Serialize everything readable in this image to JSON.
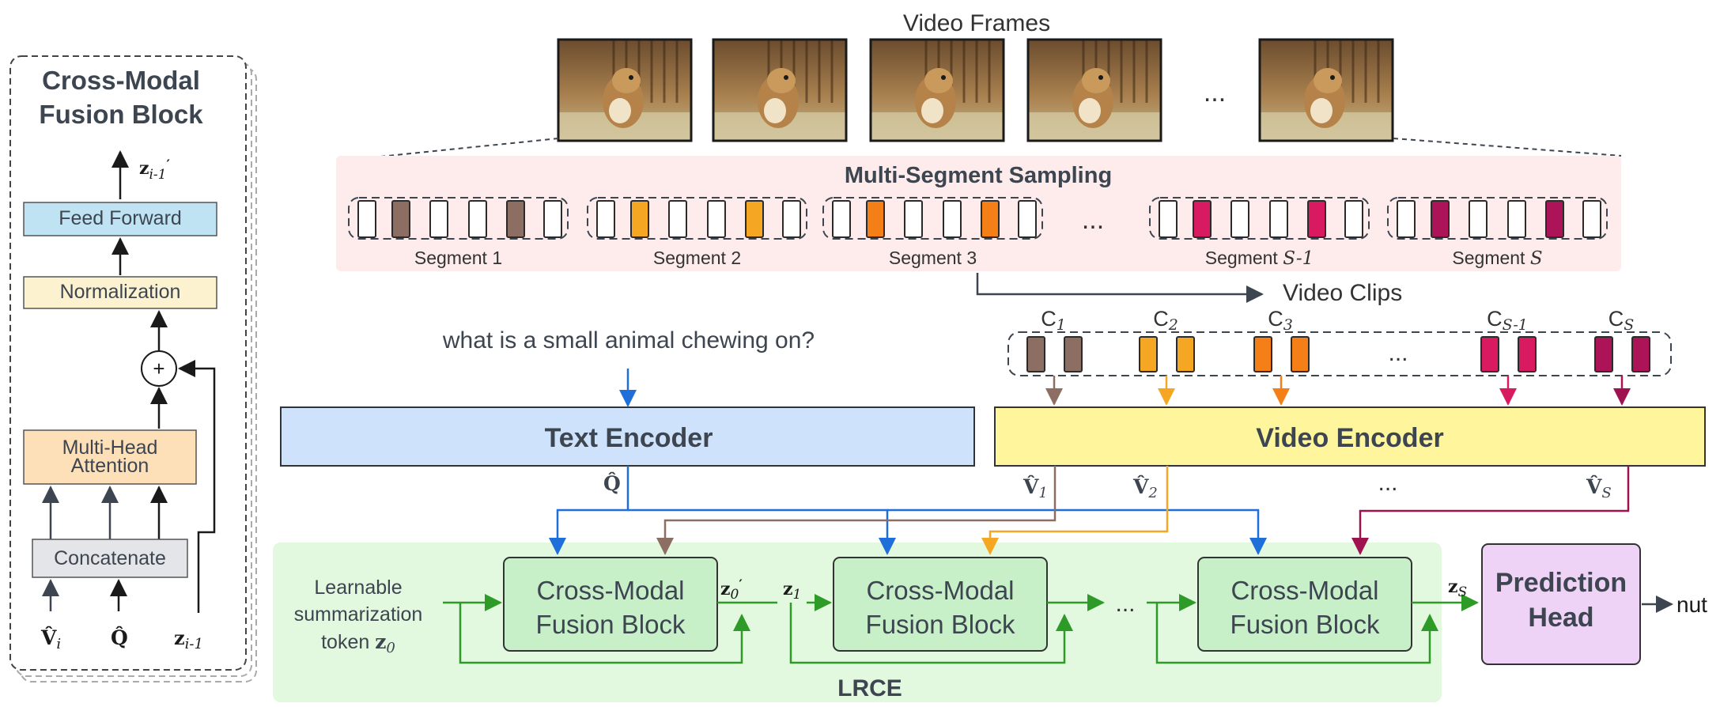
{
  "title": "Video Frames",
  "ellipsis": "...",
  "sampling": {
    "title": "Multi-Segment Sampling",
    "segments": [
      {
        "label": "Segment 1",
        "math": "",
        "color": "#8d6e63"
      },
      {
        "label": "Segment 2",
        "math": "",
        "color": "#f5a623"
      },
      {
        "label": "Segment 3",
        "math": "",
        "color": "#f57f17"
      },
      {
        "label": "Segment ",
        "math": "S-1",
        "color": "#d81b60"
      },
      {
        "label": "Segment ",
        "math": "S",
        "color": "#ad1457"
      }
    ]
  },
  "video_clips_label": "Video Clips",
  "clips": [
    {
      "label": "C",
      "sub": "1"
    },
    {
      "label": "C",
      "sub": "2"
    },
    {
      "label": "C",
      "sub": "3"
    },
    {
      "label": "C",
      "sub": "S-1"
    },
    {
      "label": "C",
      "sub": "S"
    }
  ],
  "question": "what is a small animal chewing on?",
  "text_encoder": "Text Encoder",
  "video_encoder": "Video Encoder",
  "encoder_outputs": {
    "q": "Q̂",
    "v1": "V̂",
    "v1_sub": "1",
    "v2": "V̂",
    "v2_sub": "2",
    "vs": "V̂",
    "vs_sub": "S"
  },
  "lrce": {
    "label": "LRCE",
    "token_line1": "Learnable",
    "token_line2": "summarization",
    "token_line3": "token ",
    "token_z": "z",
    "token_sub": "0",
    "block_line1": "Cross-Modal",
    "block_line2": "Fusion Block",
    "z0_prime": "z",
    "z0_prime_sub": "0",
    "z0_prime_mark": "′",
    "z1": "z",
    "z1_sub": "1",
    "zs": "z",
    "zs_sub": "S"
  },
  "prediction_head": {
    "line1": "Prediction",
    "line2": "Head"
  },
  "answer": "nut",
  "fusion_detail": {
    "title_line1": "Cross-Modal",
    "title_line2": "Fusion Block",
    "output": "z",
    "output_sub": "i-1",
    "output_mark": "′",
    "feed_forward": "Feed Forward",
    "normalization": "Normalization",
    "plus": "+",
    "attention_line1": "Multi-Head",
    "attention_line2": "Attention",
    "concatenate": "Concatenate",
    "in_v": "V̂",
    "in_v_sub": "i",
    "in_q": "Q̂",
    "in_z": "z",
    "in_z_sub": "i-1"
  },
  "colors": {
    "text_encoder": "#cfe2fb",
    "video_encoder": "#fff59d",
    "sampling_bg": "#fdeceb",
    "lrce_bg": "#e2f8df",
    "fusion_block": "#c8f0c8",
    "prediction_head": "#efd3f7",
    "feed_forward": "#bfe3f3",
    "normalization": "#fdf2d0",
    "attention": "#fde0b8",
    "concatenate": "#e3e5e8",
    "blue_arrow": "#1e6fd9",
    "green_arrow": "#2e9a27",
    "dark_arrow": "#3d4550"
  }
}
